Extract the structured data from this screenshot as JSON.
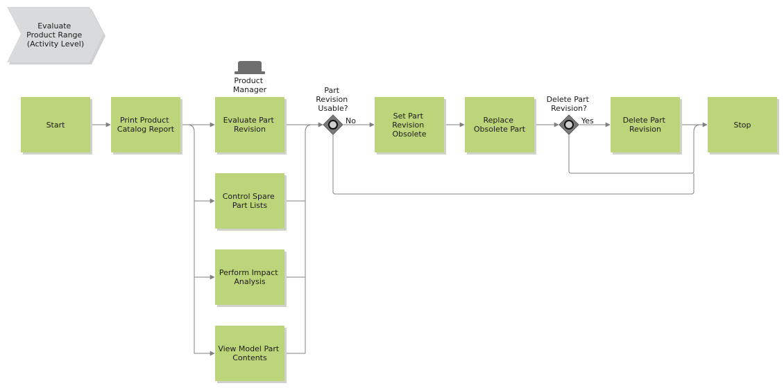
{
  "header": {
    "title_lines": [
      "Evaluate",
      "Product Range",
      "(Activity Level)"
    ]
  },
  "role": {
    "label_lines": [
      "Product",
      "Manager"
    ]
  },
  "activities": {
    "start": [
      "Start"
    ],
    "print_catalog": [
      "Print Product",
      "Catalog Report"
    ],
    "evaluate_revision": [
      "Evaluate Part",
      "Revision"
    ],
    "control_spare": [
      "Control Spare",
      "Part Lists"
    ],
    "impact_analysis": [
      "Perform Impact",
      "Analysis"
    ],
    "view_model": [
      "View Model Part",
      "Contents"
    ],
    "set_obsolete": [
      "Set Part",
      "Revision",
      "Obsolete"
    ],
    "replace_obsolete": [
      "Replace",
      "Obsolete Part"
    ],
    "delete_revision": [
      "Delete Part",
      "Revision"
    ],
    "stop": [
      "Stop"
    ]
  },
  "gateways": {
    "usable": {
      "question_lines": [
        "Part",
        "Revision",
        "Usable?"
      ],
      "branch_label": "No"
    },
    "delete": {
      "question_lines": [
        "Delete Part",
        "Revision?"
      ],
      "branch_label": "Yes"
    }
  },
  "colors": {
    "activity_fill": "#bdd57a",
    "activity_shadow": "#cfd2c9",
    "header_fill": "#d9dadb",
    "gateway_fill": "#7a7a7a",
    "connector": "#7f7f7f",
    "role_icon": "#6e6e6e"
  }
}
